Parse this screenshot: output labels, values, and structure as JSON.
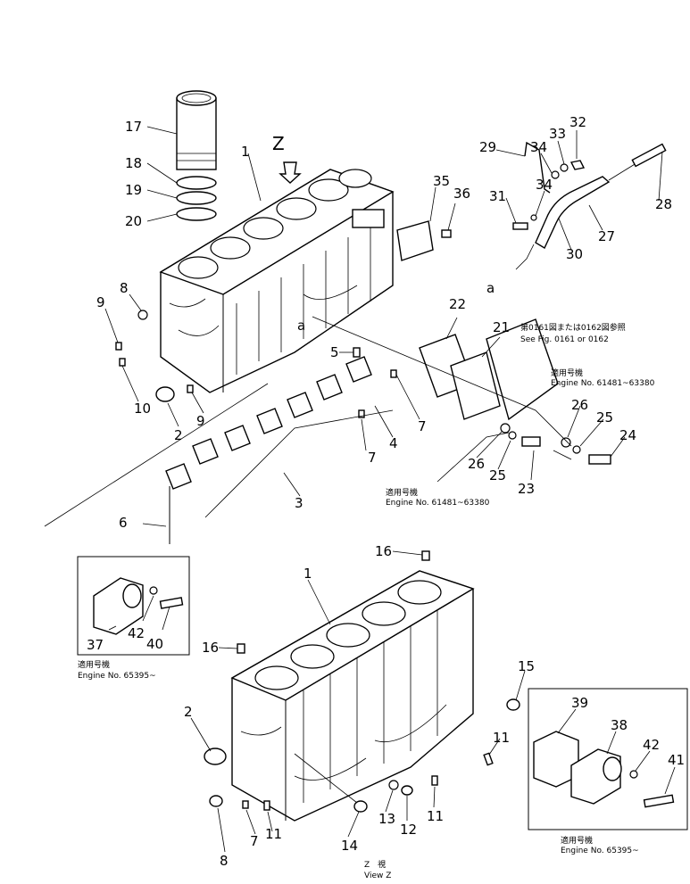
{
  "diagram": {
    "view_letter": "Z",
    "view_title_jp": "Z　視",
    "view_title_en": "View Z",
    "connector_letter_a1": "a",
    "connector_letter_a2": "a",
    "notes": {
      "see_fig_jp": "第0161図または0162図参照",
      "see_fig_en": "See Fig. 0161 or 0162",
      "applic_jp_1": "適用号機",
      "applic_en_1": "Engine  No.  61481~63380",
      "applic_jp_2": "適用号機",
      "applic_en_2": "Engine  No.  61481~63380",
      "applic_jp_3": "適用号機",
      "applic_en_3": "Engine  No.  65395~",
      "applic_jp_4": "適用号機",
      "applic_en_4": "Engine  No.  65395~"
    },
    "labels": {
      "l17": "17",
      "l18": "18",
      "l19": "19",
      "l20": "20",
      "l1a": "1",
      "l35": "35",
      "l36": "36",
      "l29": "29",
      "l34a": "34",
      "l33": "33",
      "l32": "32",
      "l31": "31",
      "l34b": "34",
      "l28": "28",
      "l27": "27",
      "l30": "30",
      "l8a": "8",
      "l9a": "9",
      "l10": "10",
      "l9b": "9",
      "l2a": "2",
      "l5": "5",
      "l22": "22",
      "l21": "21",
      "l7a": "7",
      "l4": "4",
      "l7b": "7",
      "l26a": "26",
      "l25a": "25",
      "l24": "24",
      "l26b": "26",
      "l25b": "25",
      "l23": "23",
      "l3": "3",
      "l6": "6",
      "l42a": "42",
      "l37": "37",
      "l40": "40",
      "l16a": "16",
      "l1b": "1",
      "l16b": "16",
      "l15": "15",
      "l39": "39",
      "l38": "38",
      "l42b": "42",
      "l41": "41",
      "l2b": "2",
      "l11a": "11",
      "l11b": "11",
      "l11c": "11",
      "l7c": "7",
      "l14": "14",
      "l13": "13",
      "l12": "12",
      "l8b": "8"
    }
  }
}
